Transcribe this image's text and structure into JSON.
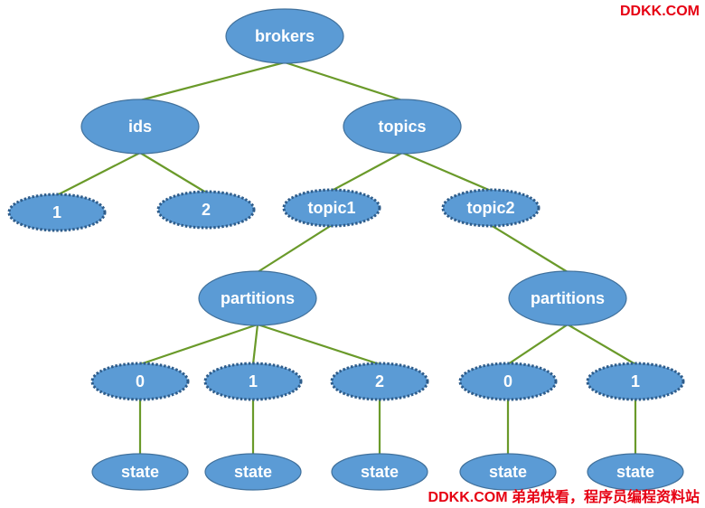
{
  "watermark": {
    "top": "DDKK.COM",
    "bottom": "DDKK.COM 弟弟快看，程序员编程资料站"
  },
  "colors": {
    "node_fill": "#5b9bd5",
    "node_stroke": "#41719c",
    "dashed_stroke": "#2e5c8a",
    "edge": "#6a9a2a",
    "text": "#ffffff",
    "watermark": "#e60012"
  },
  "nodes": [
    {
      "id": "brokers",
      "label": "brokers",
      "style": "solid"
    },
    {
      "id": "ids",
      "label": "ids",
      "style": "solid"
    },
    {
      "id": "topics",
      "label": "topics",
      "style": "solid"
    },
    {
      "id": "id1",
      "label": "1",
      "style": "dashed"
    },
    {
      "id": "id2",
      "label": "2",
      "style": "dashed"
    },
    {
      "id": "topic1",
      "label": "topic1",
      "style": "dashed"
    },
    {
      "id": "topic2",
      "label": "topic2",
      "style": "dashed"
    },
    {
      "id": "parts1",
      "label": "partitions",
      "style": "solid"
    },
    {
      "id": "parts2",
      "label": "partitions",
      "style": "solid"
    },
    {
      "id": "p1_0",
      "label": "0",
      "style": "dashed"
    },
    {
      "id": "p1_1",
      "label": "1",
      "style": "dashed"
    },
    {
      "id": "p1_2",
      "label": "2",
      "style": "dashed"
    },
    {
      "id": "p2_0",
      "label": "0",
      "style": "dashed"
    },
    {
      "id": "p2_1",
      "label": "1",
      "style": "dashed"
    },
    {
      "id": "s1_0",
      "label": "state",
      "style": "solid"
    },
    {
      "id": "s1_1",
      "label": "state",
      "style": "solid"
    },
    {
      "id": "s1_2",
      "label": "state",
      "style": "solid"
    },
    {
      "id": "s2_0",
      "label": "state",
      "style": "solid"
    },
    {
      "id": "s2_1",
      "label": "state",
      "style": "solid"
    }
  ],
  "edges": [
    [
      "brokers",
      "ids"
    ],
    [
      "brokers",
      "topics"
    ],
    [
      "ids",
      "id1"
    ],
    [
      "ids",
      "id2"
    ],
    [
      "topics",
      "topic1"
    ],
    [
      "topics",
      "topic2"
    ],
    [
      "topic1",
      "parts1"
    ],
    [
      "topic2",
      "parts2"
    ],
    [
      "parts1",
      "p1_0"
    ],
    [
      "parts1",
      "p1_1"
    ],
    [
      "parts1",
      "p1_2"
    ],
    [
      "parts2",
      "p2_0"
    ],
    [
      "parts2",
      "p2_1"
    ],
    [
      "p1_0",
      "s1_0"
    ],
    [
      "p1_1",
      "s1_1"
    ],
    [
      "p1_2",
      "s1_2"
    ],
    [
      "p2_0",
      "s2_0"
    ],
    [
      "p2_1",
      "s2_1"
    ]
  ]
}
